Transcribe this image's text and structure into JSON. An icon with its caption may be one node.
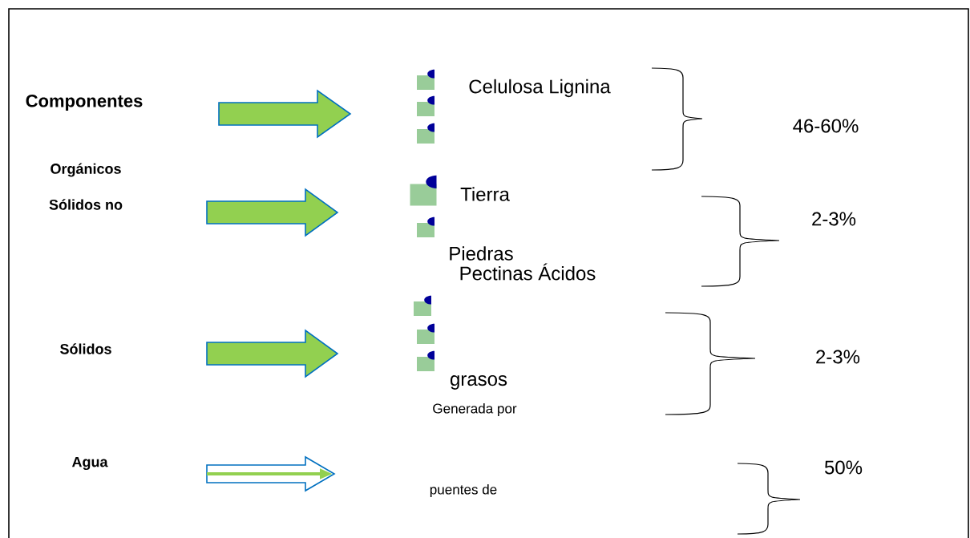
{
  "diagram": {
    "labels": [
      "Componentes",
      "Celulosa Lignina",
      "46-60%",
      "Orgánicos",
      "Tierra",
      "Sólidos no",
      "2-3%",
      "Piedras",
      "Pectinas Ácidos",
      "Sólidos",
      "2-3%",
      "grasos",
      "Generada por",
      "Agua",
      "50%",
      "puentes de"
    ]
  }
}
